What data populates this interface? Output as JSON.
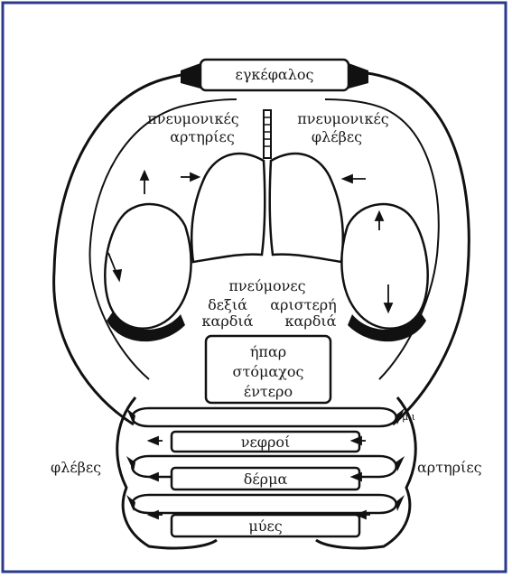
{
  "colors": {
    "frame_border": "#2a3a8c",
    "ink": "#111111",
    "paper": "#ffffff",
    "box_fill": "#ffffff"
  },
  "labels": {
    "brain": "εγκέφαλος",
    "pulmonary_arteries_1": "πνευμονικές",
    "pulmonary_arteries_2": "αρτηρίες",
    "pulmonary_veins_1": "πνευμονικές",
    "pulmonary_veins_2": "φλέβες",
    "lungs": "πνεύμονες",
    "right_heart_1": "δεξιά",
    "right_heart_2": "καρδιά",
    "left_heart_1": "αριστερή",
    "left_heart_2": "καρδιά",
    "liver": "ήπαρ",
    "stomach": "στόμαχος",
    "intestine": "έντερο",
    "kidneys": "νεφροί",
    "skin": "δέρμα",
    "muscles": "μύες",
    "veins": "φλέβες",
    "arteries": "αρτηρίες",
    "capillary_mark": "μ ι"
  }
}
